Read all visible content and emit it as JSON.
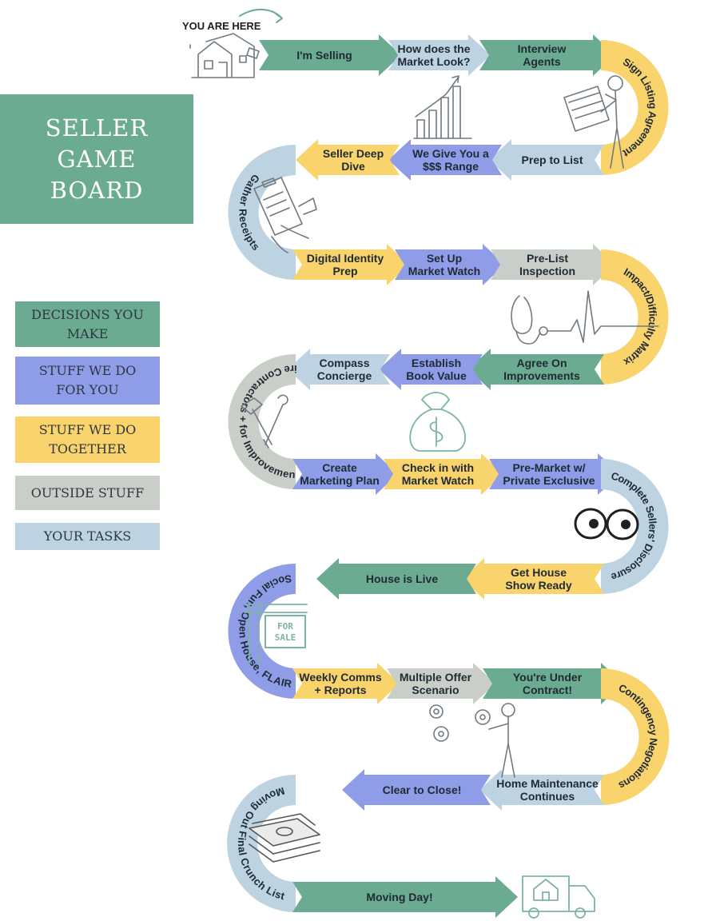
{
  "board": {
    "title": "SELLER\nGAME\nBOARD",
    "you_are_here": "YOU ARE HERE"
  },
  "colors": {
    "decisions": "#6bab92",
    "we_do": "#8f9ce8",
    "together": "#f9d36b",
    "outside": "#c9cfc8",
    "tasks": "#bdd3e2",
    "title_bg": "#6bab92"
  },
  "legend": [
    {
      "label": "DECISIONS YOU\nMAKE",
      "color": "#6bab92"
    },
    {
      "label": "STUFF WE DO\nFOR YOU",
      "color": "#8f9ce8"
    },
    {
      "label": "STUFF WE DO\nTOGETHER",
      "color": "#f9d36b"
    },
    {
      "label": "OUTSIDE STUFF",
      "color": "#c9cfc8"
    },
    {
      "label": "YOUR TASKS",
      "color": "#bdd3e2"
    }
  ],
  "steps": [
    {
      "label": "I'm Selling",
      "kind": "decisions"
    },
    {
      "label": "How does the\nMarket Look?",
      "kind": "tasks"
    },
    {
      "label": "Interview\nAgents",
      "kind": "decisions"
    },
    {
      "label": "Sign Listing Agreement",
      "kind": "together"
    },
    {
      "label": "Prep to List",
      "kind": "tasks"
    },
    {
      "label": "We Give You a\n$$$ Range",
      "kind": "we_do"
    },
    {
      "label": "Seller Deep\nDive",
      "kind": "together"
    },
    {
      "label": "Gather Receipts",
      "kind": "tasks"
    },
    {
      "label": "Digital Identity\nPrep",
      "kind": "together"
    },
    {
      "label": "Set Up\nMarket Watch",
      "kind": "we_do"
    },
    {
      "label": "Pre-List\nInspection",
      "kind": "outside"
    },
    {
      "label": "Impact/Difficulty Matrix",
      "kind": "together"
    },
    {
      "label": "Agree On\nImprovements",
      "kind": "decisions"
    },
    {
      "label": "Establish\nBook Value",
      "kind": "we_do"
    },
    {
      "label": "Compass\nConcierge",
      "kind": "tasks"
    },
    {
      "label": "Hire Contractors + for Improvements",
      "kind": "outside"
    },
    {
      "label": "Create\nMarketing Plan",
      "kind": "we_do"
    },
    {
      "label": "Check in with\nMarket Watch",
      "kind": "together"
    },
    {
      "label": "Pre-Market w/\nPrivate Exclusive",
      "kind": "we_do"
    },
    {
      "label": "Complete Sellers' Disclosure",
      "kind": "tasks"
    },
    {
      "label": "Get House\nShow Ready",
      "kind": "together"
    },
    {
      "label": "House is Live",
      "kind": "decisions"
    },
    {
      "label": "Social Fun, Open House, FLAIR",
      "kind": "we_do"
    },
    {
      "label": "Weekly Comms\n+ Reports",
      "kind": "together"
    },
    {
      "label": "Multiple Offer\nScenario",
      "kind": "outside"
    },
    {
      "label": "You're Under\nContract!",
      "kind": "decisions"
    },
    {
      "label": "Contingency Negotiations",
      "kind": "together"
    },
    {
      "label": "Home  Maintenance\nContinues",
      "kind": "tasks"
    },
    {
      "label": "Clear to Close!",
      "kind": "we_do"
    },
    {
      "label": "Moving Out Final Crunch List",
      "kind": "tasks"
    },
    {
      "label": "Moving Day!",
      "kind": "decisions"
    }
  ],
  "sign_text": "FOR\nSALE",
  "icons": [
    "house-icon",
    "chart-icon",
    "stick-figure-icon",
    "clipboard-icon",
    "stethoscope-icon",
    "tools-icon",
    "money-bag-icon",
    "eyes-icon",
    "for-sale-sign-icon",
    "gears-icon",
    "cash-stack-icon",
    "moving-truck-icon"
  ]
}
